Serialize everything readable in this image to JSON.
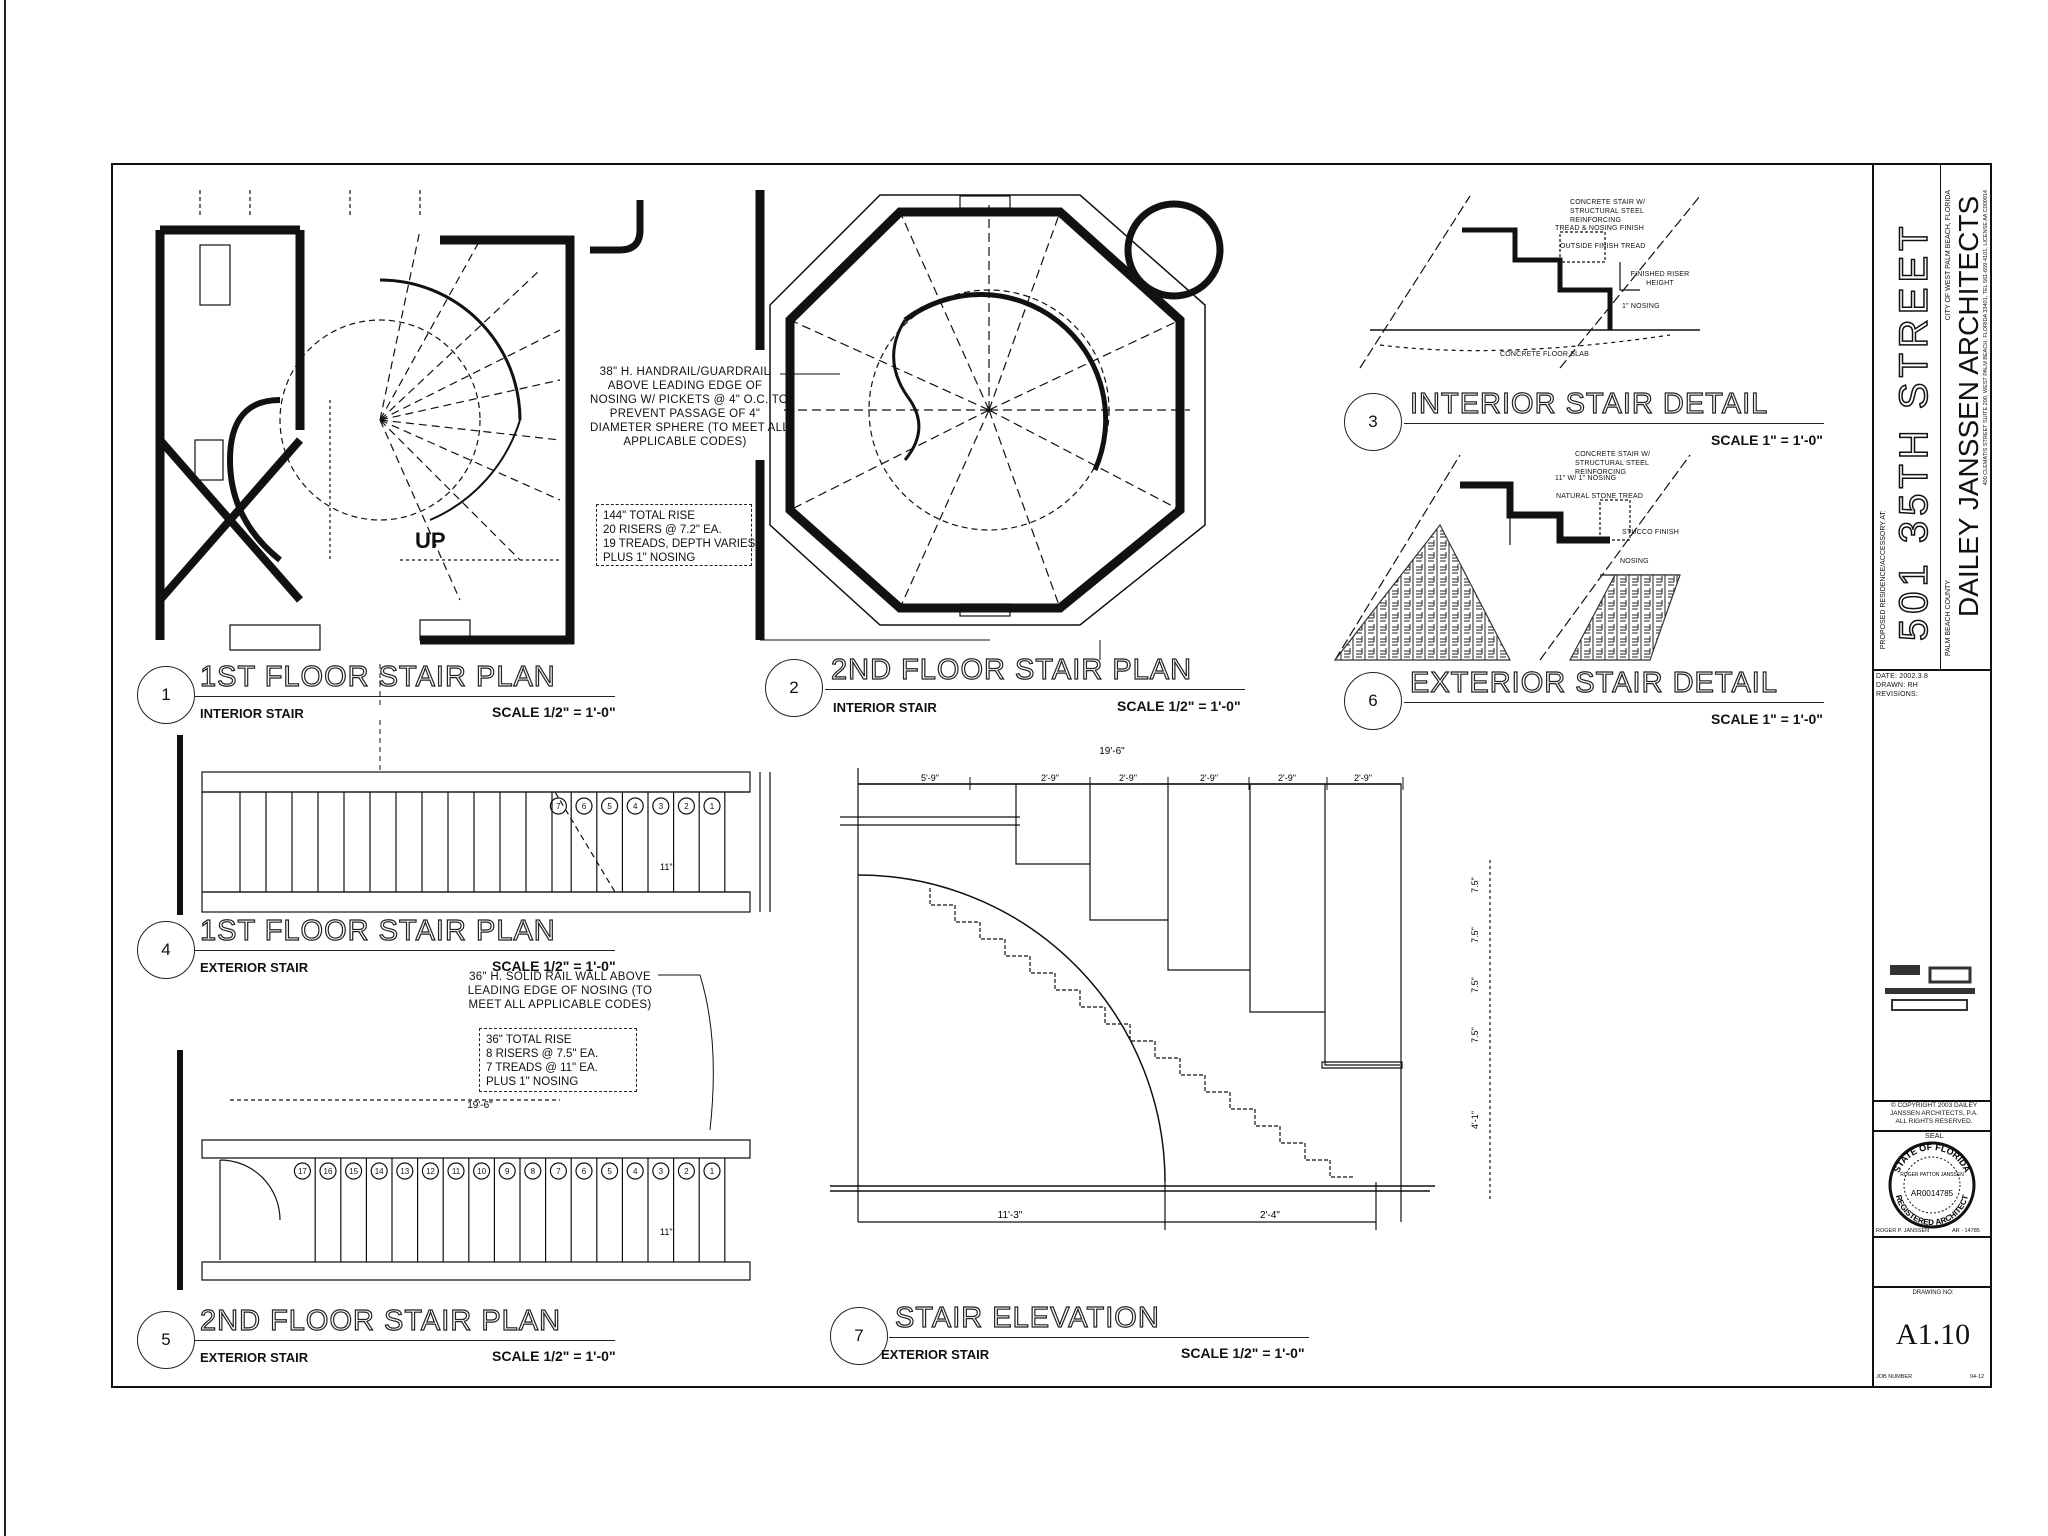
{
  "sheet": {
    "drawings": [
      {
        "number": "1",
        "title": "1ST FLOOR STAIR PLAN",
        "subtitle": "INTERIOR STAIR",
        "scale": "SCALE 1/2\" = 1'-0\""
      },
      {
        "number": "2",
        "title": "2ND FLOOR STAIR PLAN",
        "subtitle": "INTERIOR STAIR",
        "scale": "SCALE 1/2\" = 1'-0\""
      },
      {
        "number": "3",
        "title": "INTERIOR STAIR DETAIL",
        "subtitle": "",
        "scale": "SCALE 1\" = 1'-0\""
      },
      {
        "number": "4",
        "title": "1ST FLOOR STAIR PLAN",
        "subtitle": "EXTERIOR STAIR",
        "scale": "SCALE 1/2\" = 1'-0\""
      },
      {
        "number": "5",
        "title": "2ND FLOOR STAIR PLAN",
        "subtitle": "EXTERIOR STAIR",
        "scale": "SCALE 1/2\" = 1'-0\""
      },
      {
        "number": "6",
        "title": "EXTERIOR STAIR DETAIL",
        "subtitle": "",
        "scale": "SCALE 1\" = 1'-0\""
      },
      {
        "number": "7",
        "title": "STAIR ELEVATION",
        "subtitle": "EXTERIOR STAIR",
        "scale": "SCALE 1/2\" = 1'-0\""
      }
    ],
    "notes": {
      "interior_rail": [
        "38\" H. HANDRAIL/GUARDRAIL",
        "ABOVE LEADING EDGE OF",
        "NOSING W/ PICKETS @ 4\" O.C. TO",
        "PREVENT PASSAGE OF 4\"",
        "DIAMETER SPHERE (TO MEET ALL",
        "APPLICABLE CODES)"
      ],
      "interior_rise": [
        "144\" TOTAL RISE",
        "20 RISERS @ 7.2\" EA.",
        "19 TREADS, DEPTH VARIES",
        "PLUS 1\" NOSING"
      ],
      "exterior_rail": [
        "36\" H. SOLID RAIL WALL ABOVE",
        "LEADING EDGE OF NOSING (TO",
        "MEET ALL APPLICABLE CODES)"
      ],
      "exterior_rise": [
        "36\" TOTAL RISE",
        "8 RISERS @ 7.5\" EA.",
        "7 TREADS @ 11\" EA.",
        "PLUS 1\" NOSING"
      ],
      "up_label": "UP",
      "detail3_labels": [
        "CONCRETE STAIR W/ STRUCTURAL STEEL REINFORCING",
        "TREAD & NOSING FINISH",
        "OUTSIDE FINISH TREAD",
        "FINISHED RISER HEIGHT",
        "1\" NOSING",
        "CONCRETE FLOOR SLAB"
      ],
      "detail6_labels": [
        "CONCRETE STAIR W/ STRUCTURAL STEEL REINFORCING",
        "11\" W/ 1\" NOSING",
        "NATURAL STONE TREAD",
        "STUCCO FINISH",
        "NOSING"
      ]
    },
    "dimensions": {
      "elevation_overall": "19'-6\"",
      "elevation_segments": [
        "5'-9\"",
        "2'-9\"",
        "2'-9\"",
        "2'-9\"",
        "2'-9\"",
        "2'-9\""
      ],
      "elevation_risers": [
        "7.5\"",
        "7.5\"",
        "7.5\"",
        "7.5\"",
        "4'-1\""
      ],
      "elevation_bottom": [
        "11'-3\"",
        "2'-4\""
      ],
      "plan5_overall": "19'-6\"",
      "tread": "11\""
    },
    "plan4_tread_numbers": [
      "1",
      "2",
      "3",
      "4",
      "5",
      "6",
      "7"
    ],
    "plan5_tread_numbers": [
      "1",
      "2",
      "3",
      "4",
      "5",
      "6",
      "7",
      "8",
      "9",
      "10",
      "11",
      "12",
      "13",
      "14",
      "15",
      "16",
      "17"
    ]
  },
  "title_block": {
    "project_caption": "PROPOSED RESIDENCE/ACCESSORY AT:",
    "project_title": "501 35TH STREET",
    "county": "PALM BEACH COUNTY",
    "city": "CITY OF WEST PALM BEACH, FLORIDA",
    "firm": "DAILEY JANSSEN ARCHITECTS",
    "firm_address": "400 CLEMATIS STREET SUITE 200, WEST PALM BEACH, FLORIDA 33401, TEL 561-659-4101, LICENSE AA C000914",
    "date": "DATE: 2002.3.8",
    "drawn": "DRAWN: RH",
    "revisions": "REVISIONS:",
    "copyright": [
      "© COPYRIGHT 2003 DAILEY",
      "JANSSEN ARCHITECTS, P.A.",
      "ALL RIGHTS RESERVED."
    ],
    "seal_label": "SEAL",
    "seal_text": [
      "STATE OF FLORIDA",
      "ROGER PATTON JANSSEN",
      "REGISTERED ARCHITECT",
      "AR0014785"
    ],
    "architect_name": "ROGER P. JANSSEN",
    "architect_number": "AR - 14785",
    "drawing_no_label": "DRAWING NO:",
    "drawing_no": "A1.10",
    "job_number_label": "JOB NUMBER",
    "job_number": "04-12"
  }
}
